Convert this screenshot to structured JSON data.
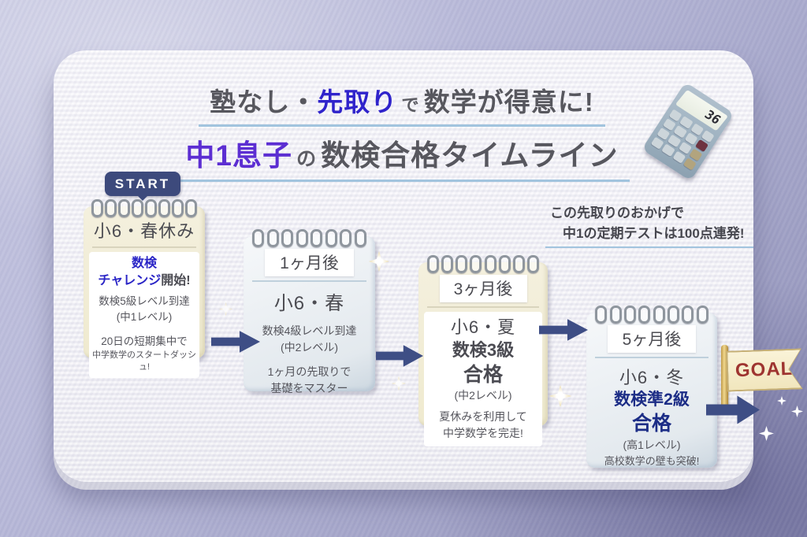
{
  "title": {
    "line1_part1": "塾なし・",
    "line1_part2": "先取り",
    "line1_part3": "で",
    "line1_part4": "数学が得意に!",
    "line2_part1": "中1息子",
    "line2_part2": "の",
    "line2_part3": "数検合格タイムライン"
  },
  "start_label": "START",
  "goal_label": "GOAL",
  "calculator": {
    "display_value": "36"
  },
  "side_note": {
    "line1": "この先取りのおかげで",
    "line2": "中1の定期テストは100点連発!"
  },
  "cards": [
    {
      "header": "小6・春休み",
      "em_line1": "数検",
      "em_line2": "チャレンジ",
      "em_line2_suffix": "開始!",
      "body1": "数検5級レベル到達",
      "body2": "(中1レベル)",
      "body3": "20日の短期集中で",
      "body4": "中学数学のスタートダッシュ!"
    },
    {
      "tab": "1ヶ月後",
      "header": "小6・春",
      "body1": "数検4級レベル到達",
      "body2": "(中2レベル)",
      "body3": "1ヶ月の先取りで",
      "body4": "基礎をマスター"
    },
    {
      "tab": "3ヶ月後",
      "header": "小6・夏",
      "em_line1": "数検3級",
      "em_line2": "合格",
      "body1": "(中2レベル)",
      "body2": "夏休みを利用して",
      "body3": "中学数学を完走!"
    },
    {
      "tab": "5ヶ月後",
      "header": "小6・冬",
      "em_line1": "数検準2級",
      "em_line2": "合格",
      "body1": "(高1レベル)",
      "body2": "高校数学の壁も突破!"
    }
  ],
  "colors": {
    "accent_blue": "#2f23cb",
    "accent_purple": "#5c2ed2",
    "card_navy_text": "#1c2d86",
    "arrow_navy": "#3e4e85",
    "start_badge_bg": "#3d4a7c",
    "goal_red": "#9e3430",
    "underline_blue": "#a2c4de",
    "card_cream": "#f2eeda",
    "card_bluegray": "#eef1f5",
    "background_lavender": "#b7b8d8"
  }
}
